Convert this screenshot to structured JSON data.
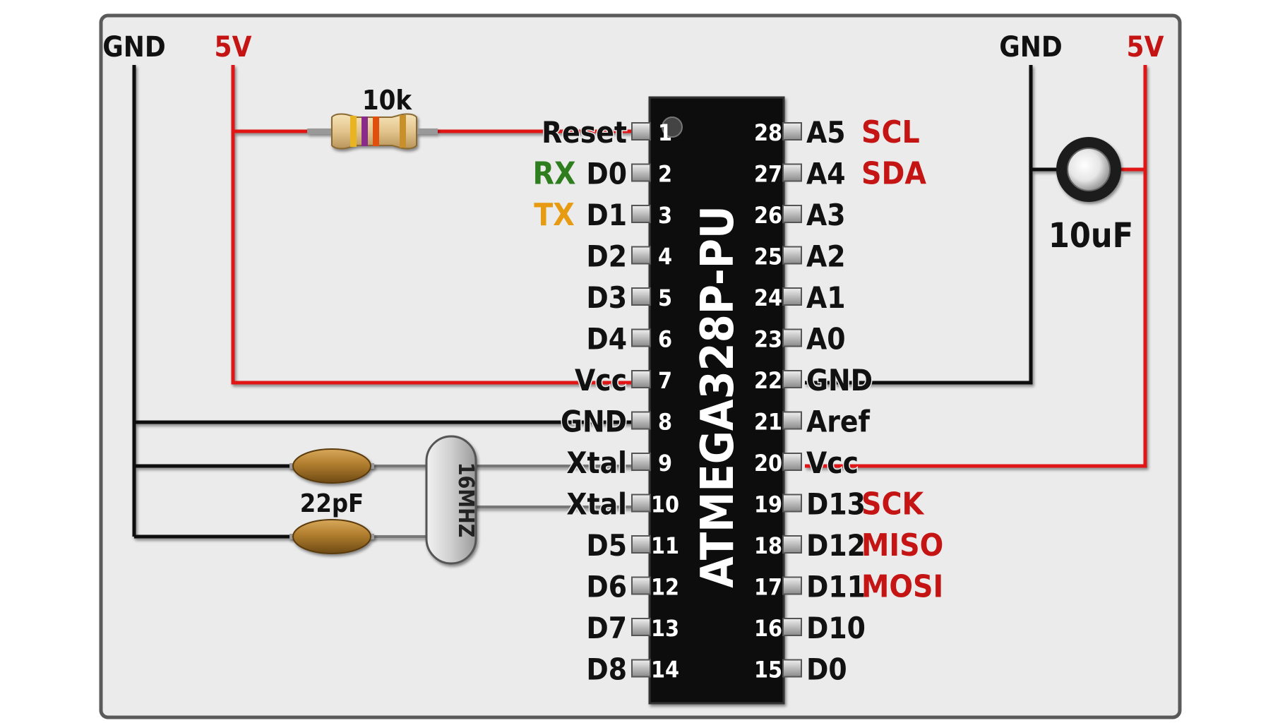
{
  "rails": {
    "left_gnd": "GND",
    "left_5v": "5V",
    "right_gnd": "GND",
    "right_5v": "5V"
  },
  "components": {
    "resistor_label": "10k",
    "capacitor_label": "10uF",
    "crystal_caps_label": "22pF",
    "crystal_label": "16MHZ"
  },
  "chip": {
    "name": "ATMEGA328P-PU",
    "left_pins": [
      {
        "num": "1",
        "label": "Reset",
        "func": "",
        "func_color": ""
      },
      {
        "num": "2",
        "label": "D0",
        "func": "RX",
        "func_color": "#2e7d1e"
      },
      {
        "num": "3",
        "label": "D1",
        "func": "TX",
        "func_color": "#e69b12"
      },
      {
        "num": "4",
        "label": "D2",
        "func": "",
        "func_color": ""
      },
      {
        "num": "5",
        "label": "D3",
        "func": "",
        "func_color": ""
      },
      {
        "num": "6",
        "label": "D4",
        "func": "",
        "func_color": ""
      },
      {
        "num": "7",
        "label": "Vcc",
        "func": "",
        "func_color": ""
      },
      {
        "num": "8",
        "label": "GND",
        "func": "",
        "func_color": ""
      },
      {
        "num": "9",
        "label": "Xtal",
        "func": "",
        "func_color": ""
      },
      {
        "num": "10",
        "label": "Xtal",
        "func": "",
        "func_color": ""
      },
      {
        "num": "11",
        "label": "D5",
        "func": "",
        "func_color": ""
      },
      {
        "num": "12",
        "label": "D6",
        "func": "",
        "func_color": ""
      },
      {
        "num": "13",
        "label": "D7",
        "func": "",
        "func_color": ""
      },
      {
        "num": "14",
        "label": "D8",
        "func": "",
        "func_color": ""
      }
    ],
    "right_pins": [
      {
        "num": "28",
        "label": "A5",
        "func": "SCL",
        "func_color": "#c41414"
      },
      {
        "num": "27",
        "label": "A4",
        "func": "SDA",
        "func_color": "#c41414"
      },
      {
        "num": "26",
        "label": "A3",
        "func": "",
        "func_color": ""
      },
      {
        "num": "25",
        "label": "A2",
        "func": "",
        "func_color": ""
      },
      {
        "num": "24",
        "label": "A1",
        "func": "",
        "func_color": ""
      },
      {
        "num": "23",
        "label": "A0",
        "func": "",
        "func_color": ""
      },
      {
        "num": "22",
        "label": "GND",
        "func": "",
        "func_color": ""
      },
      {
        "num": "21",
        "label": "Aref",
        "func": "",
        "func_color": ""
      },
      {
        "num": "20",
        "label": "Vcc",
        "func": "",
        "func_color": ""
      },
      {
        "num": "19",
        "label": "D13",
        "func": "SCK",
        "func_color": "#c41414"
      },
      {
        "num": "18",
        "label": "D12",
        "func": "MISO",
        "func_color": "#c41414"
      },
      {
        "num": "17",
        "label": "D11",
        "func": "MOSI",
        "func_color": "#c41414"
      },
      {
        "num": "16",
        "label": "D10",
        "func": "",
        "func_color": ""
      },
      {
        "num": "15",
        "label": "D0",
        "func": "",
        "func_color": ""
      }
    ]
  },
  "colors": {
    "wire_power": "#e01515",
    "wire_ground": "#111111",
    "wire_signal": "#777777",
    "chip_body": "#0a0a0a",
    "board_bg": "#ebebeb",
    "board_border": "#555555",
    "label_power": "#c41414"
  }
}
